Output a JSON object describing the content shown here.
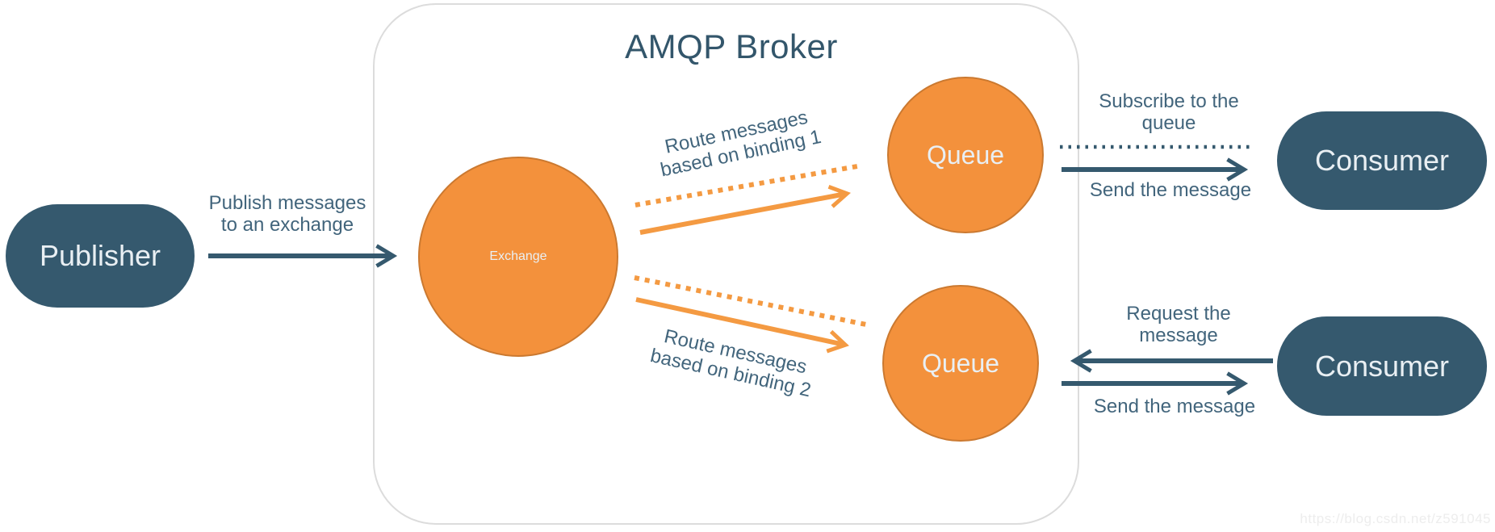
{
  "title": "AMQP Broker",
  "nodes": {
    "publisher": {
      "label": "Publisher"
    },
    "exchange": {
      "label": "Exchange"
    },
    "queue1": {
      "label": "Queue"
    },
    "queue2": {
      "label": "Queue"
    },
    "consumer1": {
      "label": "Consumer"
    },
    "consumer2": {
      "label": "Consumer"
    }
  },
  "edges": {
    "publish": {
      "line1": "Publish messages",
      "line2": "to an exchange"
    },
    "binding1": {
      "line1": "Route messages",
      "line2": "based on binding 1"
    },
    "binding2": {
      "line1": "Route messages",
      "line2": "based on binding 2"
    },
    "subscribe": {
      "line1": "Subscribe to the",
      "line2": "queue"
    },
    "send1": {
      "label": "Send the message"
    },
    "request": {
      "line1": "Request the",
      "line2": "message"
    },
    "send2": {
      "label": "Send the message"
    }
  },
  "watermark": "https://blog.csdn.net/z591045",
  "colors": {
    "teal": "#35596e",
    "teal_text": "#42657c",
    "title": "#33566b",
    "orange": "#f3913c",
    "orange_stroke": "#cb7930",
    "arrow_orange": "#f49a42",
    "node_text": "#e9eff3",
    "box_border": "#dcdcdc",
    "watermark": "#ededed"
  }
}
